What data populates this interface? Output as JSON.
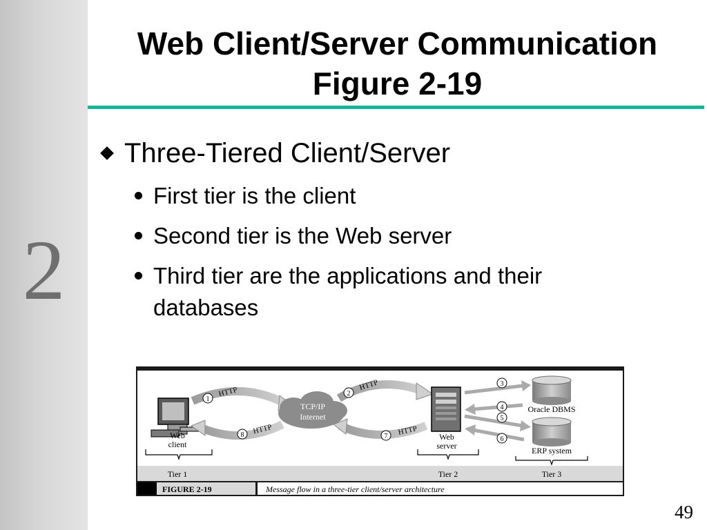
{
  "slide": {
    "chapter_number": "2",
    "title_line1": "Web Client/Server Communication",
    "title_line2": "Figure 2-19",
    "page_number": "49",
    "accent_color": "#16b595"
  },
  "bullets": {
    "main": "Three-Tiered Client/Server",
    "sub": [
      "First tier is the client",
      "Second tier is the Web server",
      "Third tier are the applications and their",
      "databases"
    ]
  },
  "figure": {
    "caption_label": "FIGURE 2-19",
    "caption_text": "Message flow in a three-tier client/server architecture",
    "cloud_line1": "TCP/IP",
    "cloud_line2": "Internet",
    "client_line1": "Web",
    "client_line2": "client",
    "server_line1": "Web",
    "server_line2": "server",
    "db1_label": "Oracle DBMS",
    "db2_label": "ERP system",
    "tier1": "Tier 1",
    "tier2": "Tier 2",
    "tier3": "Tier 3",
    "arrow1": "HTTP",
    "arrow2": "HTTP",
    "arrow7": "HTTP",
    "arrow8": "HTTP",
    "step1": "1",
    "step2": "2",
    "step3": "3",
    "step4": "4",
    "step5": "5",
    "step6": "6",
    "step7": "7",
    "step8": "8"
  }
}
